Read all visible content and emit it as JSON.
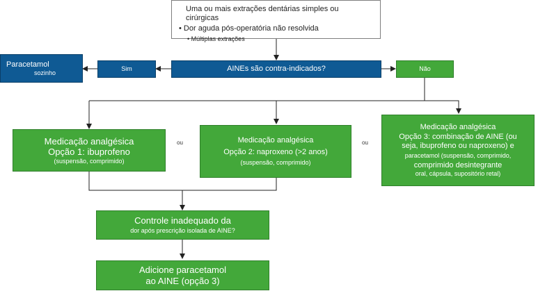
{
  "start": {
    "line1": "Uma ou mais extrações dentárias simples ou cirúrgicas",
    "bullet1": "Dor aguda pós-operatória não resolvida",
    "bullet2": "Múltiplas extrações"
  },
  "decision": "AINEs são contra-indicados?",
  "yes_label": "Sim",
  "no_label": "Não",
  "paracetamol": {
    "line1": "Paracetamol",
    "line2": "sozinho"
  },
  "option1": {
    "title": "Medicação analgésica",
    "subtitle": "Opção 1: ibuprofeno",
    "note": "(suspensão, comprimido)"
  },
  "option2": {
    "title": "Medicação analgésica",
    "subtitle": "Opção 2: naproxeno (>2 anos)",
    "note": "(suspensão, comprimido)"
  },
  "option3": {
    "title": "Medicação analgésica",
    "line2": "Opção 3: combinação de AINE (ou",
    "line3": "seja, ibuprofeno ou naproxeno) e",
    "line4": "paracetamol (suspensão, comprimido,",
    "line5": "comprimido desintegrante",
    "line6": "oral, cápsula, supositório retal)"
  },
  "or_label": "ou",
  "control": {
    "line1": "Controle inadequado da",
    "line2": "dor após prescrição isolada de AINE?"
  },
  "add": {
    "line1": "Adicione paracetamol",
    "line2": "ao AINE (opção 3)"
  },
  "colors": {
    "green": "#43a83a",
    "blue": "#0f5a94",
    "line": "#222222"
  }
}
